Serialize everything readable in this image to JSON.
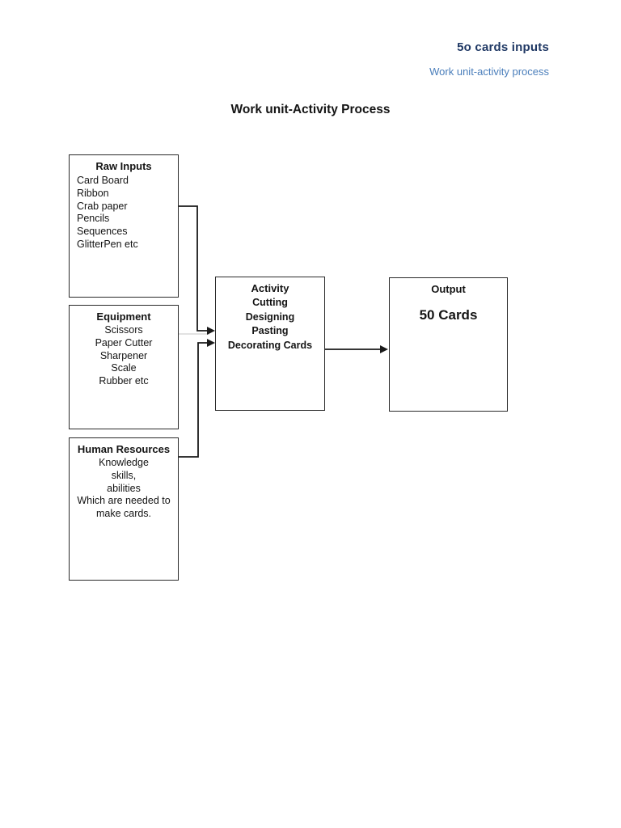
{
  "header": {
    "title": "5o cards inputs",
    "subtitle": "Work unit-activity process",
    "title_color": "#1F3864",
    "subtitle_color": "#4A7EBB"
  },
  "doc_title": "Work unit-Activity Process",
  "diagram": {
    "boxes": [
      {
        "id": "raw-inputs",
        "title": "Raw Inputs",
        "items": [
          "Card Board",
          "Ribbon",
          "Crab paper",
          "Pencils",
          "Sequences",
          "GlitterPen etc"
        ]
      },
      {
        "id": "equipment",
        "title": "Equipment",
        "items": [
          "Scissors",
          "Paper Cutter",
          "Sharpener",
          "Scale",
          "Rubber etc"
        ]
      },
      {
        "id": "human-resources",
        "title": "Human Resources",
        "items": [
          "Knowledge",
          "skills,",
          "abilities",
          "Which are needed to",
          "make cards."
        ]
      },
      {
        "id": "activity",
        "title": "Activity",
        "items": [
          "Cutting",
          "Designing",
          "Pasting",
          "Decorating Cards"
        ]
      },
      {
        "id": "output",
        "title": "Output",
        "items": [
          "50 Cards"
        ]
      }
    ],
    "connections": [
      {
        "from": "raw-inputs",
        "to": "activity"
      },
      {
        "from": "equipment",
        "to": "activity"
      },
      {
        "from": "human-resources",
        "to": "activity"
      },
      {
        "from": "activity",
        "to": "output"
      }
    ],
    "line_color": "#1a1a1a",
    "faint_line_color": "#d9d9d9"
  }
}
